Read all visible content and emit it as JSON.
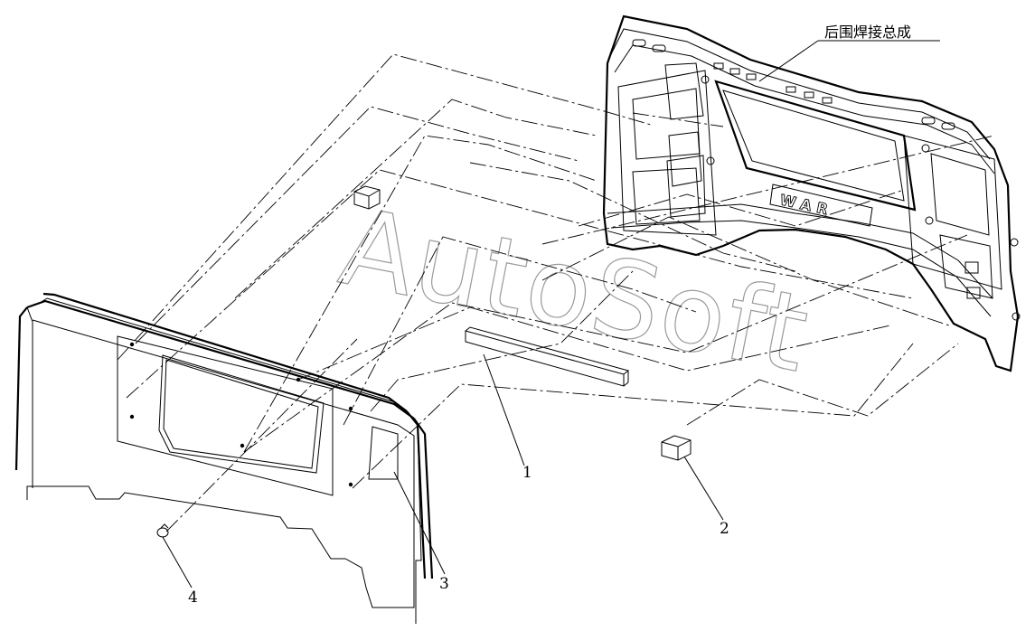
{
  "title_label": "后围焊接总成",
  "callouts": [
    {
      "id": "part-1",
      "text": "1"
    },
    {
      "id": "part-2",
      "text": "2"
    },
    {
      "id": "part-3",
      "text": "3"
    },
    {
      "id": "part-4",
      "text": "4"
    }
  ],
  "watermark": "AutoSoft",
  "emblem_text": "WAR"
}
